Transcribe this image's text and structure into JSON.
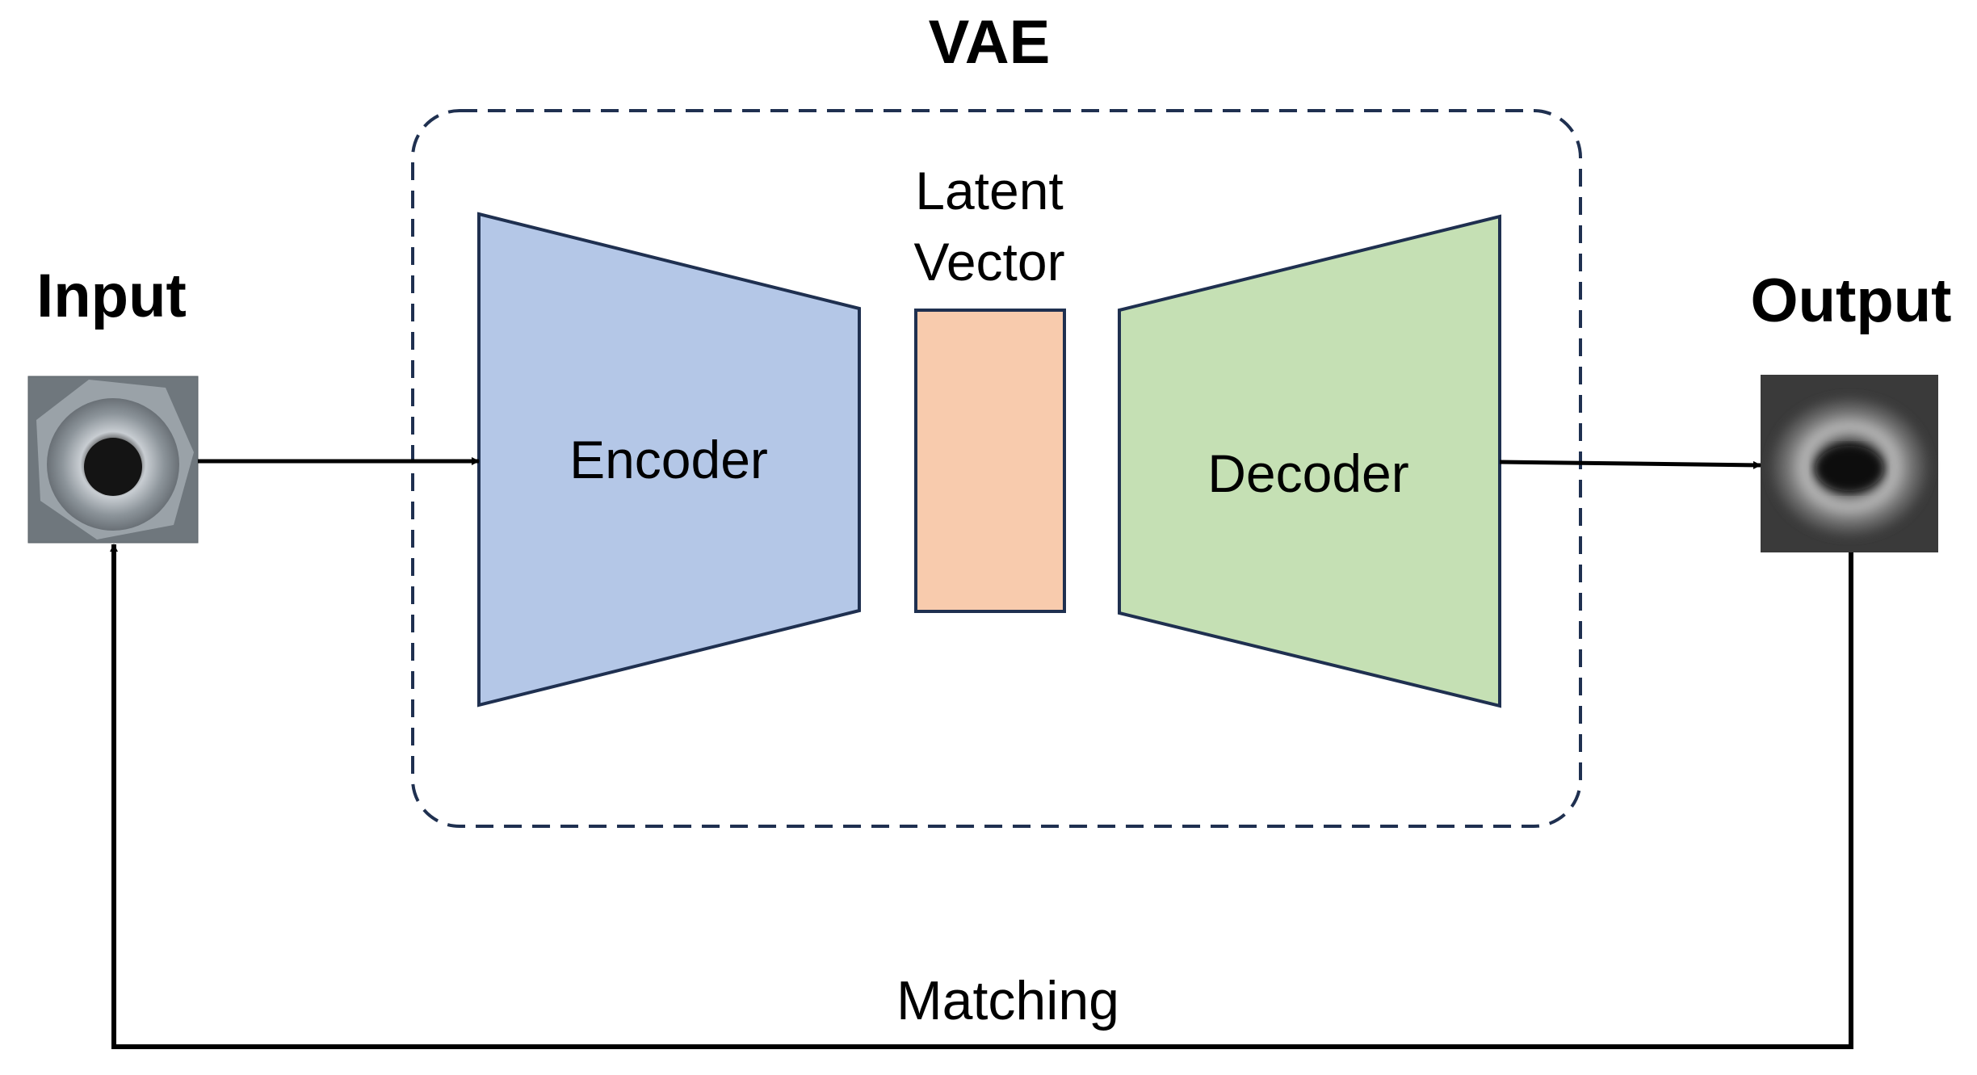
{
  "title": "VAE",
  "input": {
    "label": "Input"
  },
  "output": {
    "label": "Output"
  },
  "encoder": {
    "label": "Encoder",
    "color": "#b4c7e7"
  },
  "latent": {
    "line1": "Latent",
    "line2": "Vector",
    "color": "#f8cbad"
  },
  "decoder": {
    "label": "Decoder",
    "color": "#c5e0b4"
  },
  "matching": {
    "label": "Matching"
  },
  "colors": {
    "outline": "#1f3050",
    "arrow": "#000000",
    "dashed_box": "#1f3050"
  }
}
